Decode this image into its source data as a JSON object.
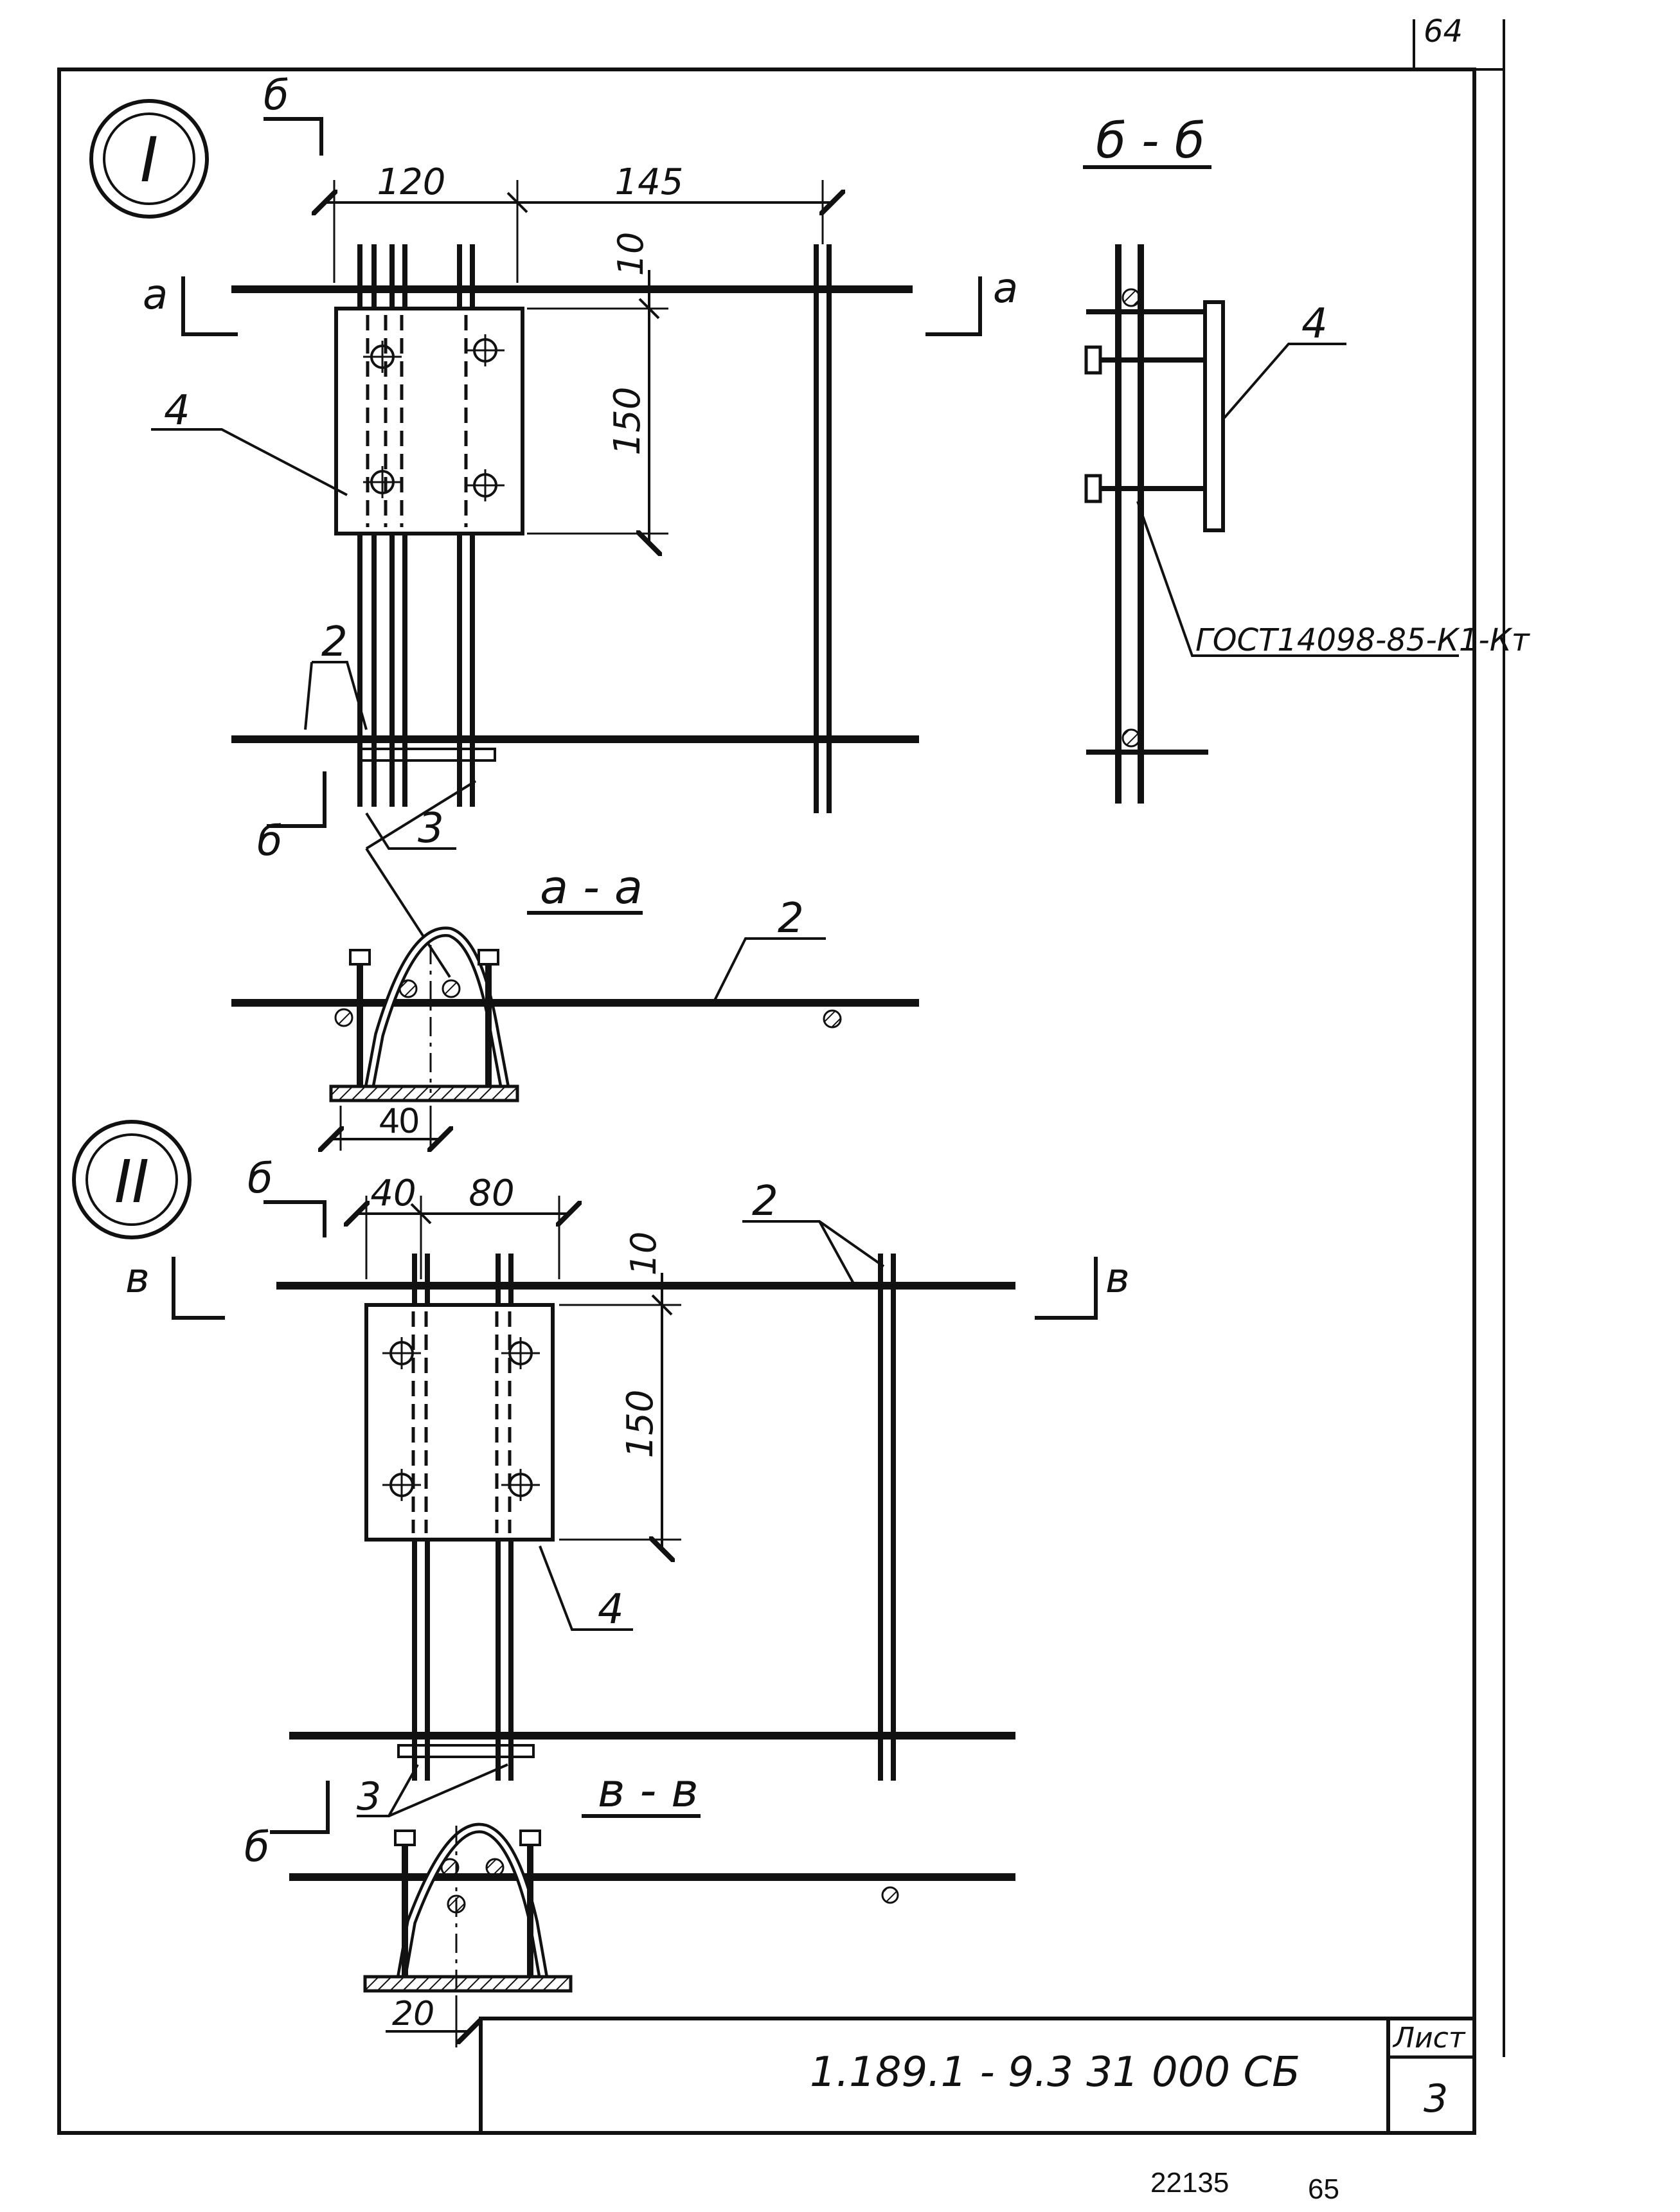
{
  "page": {
    "top_number": "64",
    "bottom_codes": [
      "22135",
      "65"
    ]
  },
  "node1": {
    "circle_label": "I",
    "dims": {
      "d120": "120",
      "d145": "145",
      "d10": "10",
      "d150": "150",
      "d40": "40"
    },
    "callouts": {
      "plate": "4",
      "bars": "2",
      "anchors": "3",
      "section_bar": "2"
    },
    "cut_marks": {
      "a": "а",
      "b": "б"
    },
    "section_aa_title": "а - а",
    "section_bb_title": "б - б",
    "section_bb_plate": "4",
    "gost_note": "ГОСТ14098-85-К1-Кт"
  },
  "node2": {
    "circle_label": "II",
    "dims": {
      "d40": "40",
      "d80": "80",
      "d10": "10",
      "d150": "150",
      "d20": "20"
    },
    "callouts": {
      "bars": "2",
      "plate": "4",
      "anchors": "3"
    },
    "cut_marks": {
      "v": "в",
      "b": "б"
    },
    "section_vv_title": "в - в"
  },
  "title_block": {
    "designation": "1.189.1 - 9.3    31 000 СБ",
    "sheet_label": "Лист",
    "sheet_number": "3"
  }
}
